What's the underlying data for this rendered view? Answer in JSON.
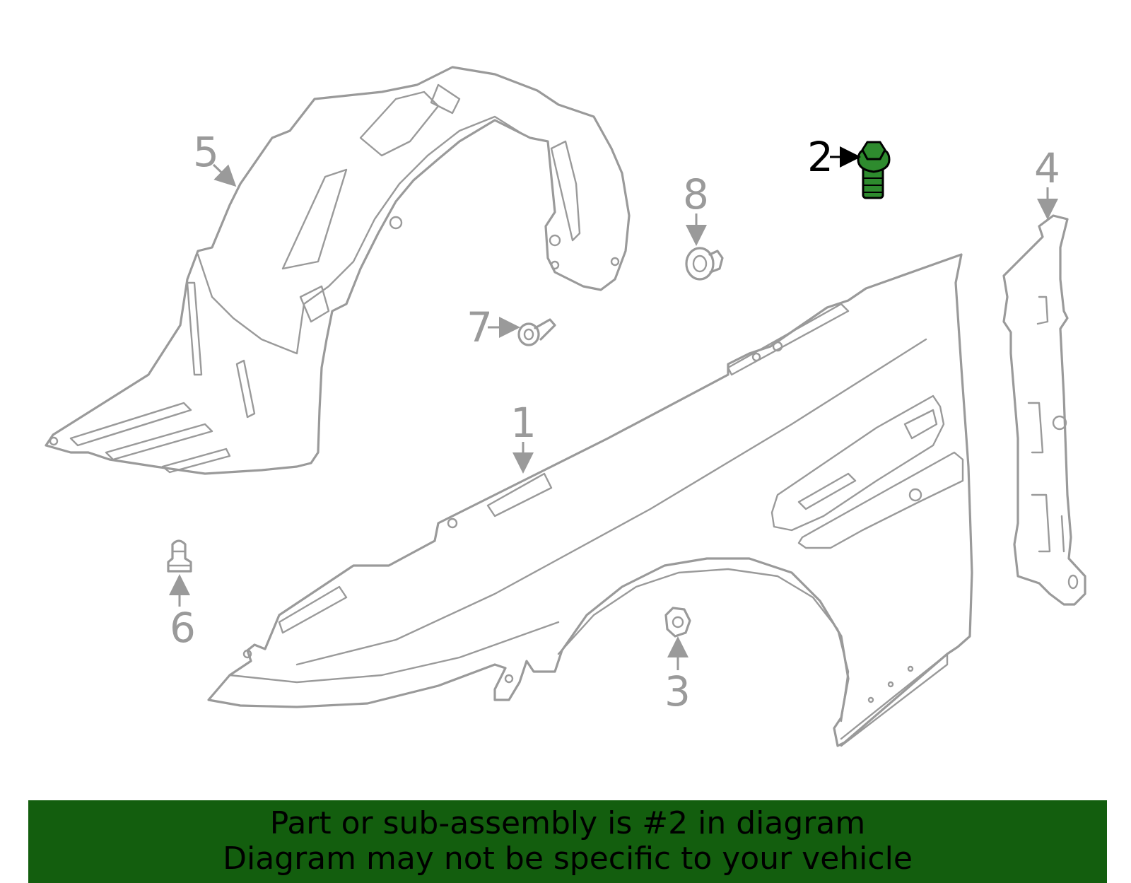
{
  "diagram": {
    "highlighted_callout": "2",
    "callouts": {
      "c1": "1",
      "c2": "2",
      "c3": "3",
      "c4": "4",
      "c5": "5",
      "c6": "6",
      "c7": "7",
      "c8": "8"
    },
    "colors": {
      "part_outline": "#9a9a9a",
      "highlight_part": "#2e8b2e",
      "banner_background": "#135e0e"
    }
  },
  "footer": {
    "line1": "Part or sub-assembly is #2 in diagram",
    "line2": "Diagram may not be specific to your vehicle"
  }
}
